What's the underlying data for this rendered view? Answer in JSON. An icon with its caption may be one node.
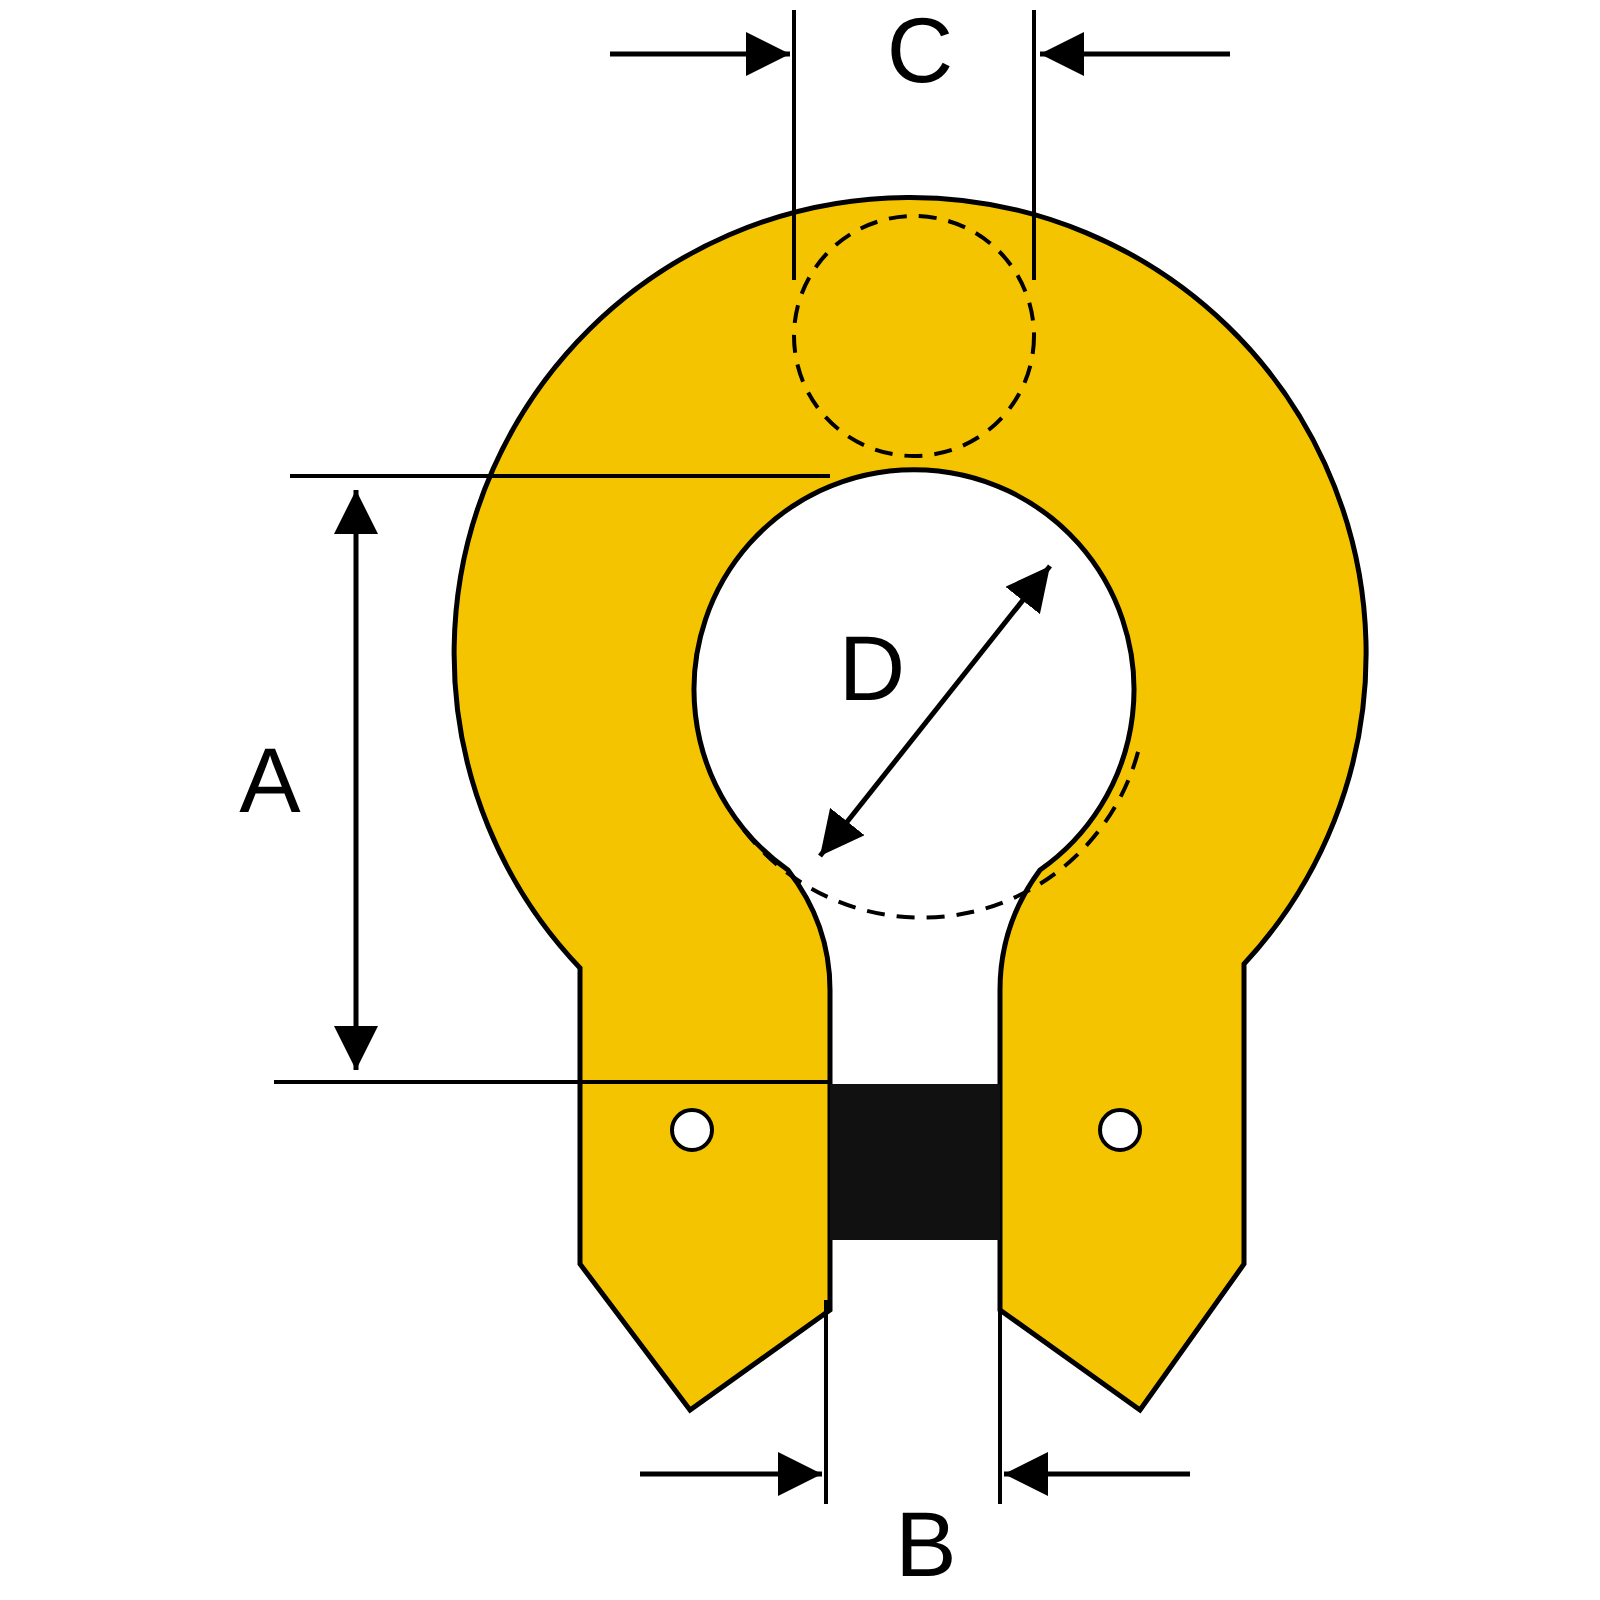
{
  "diagram": {
    "labels": [
      "C",
      "A",
      "D",
      "B"
    ]
  }
}
